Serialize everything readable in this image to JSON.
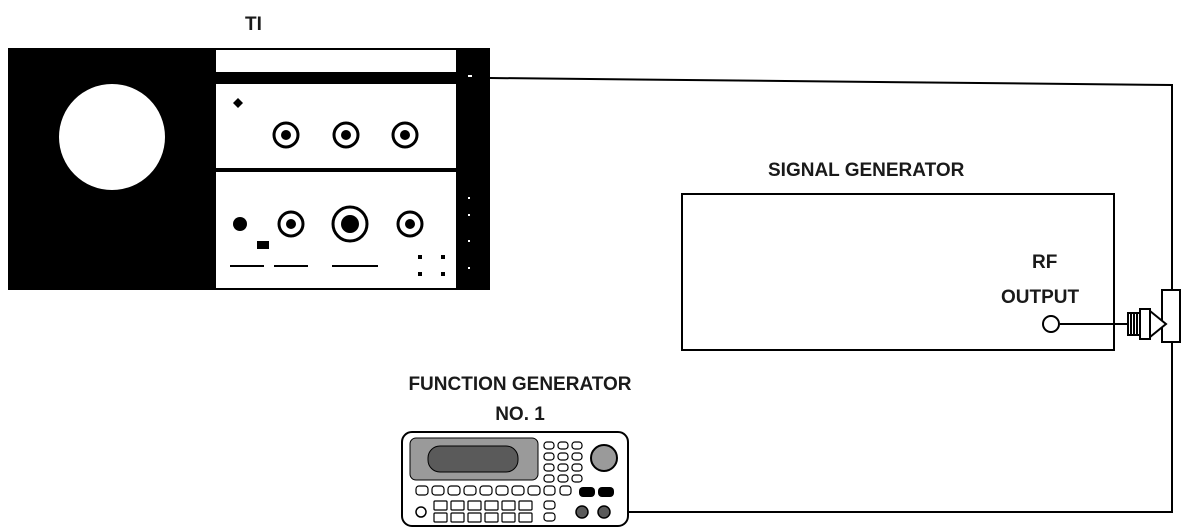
{
  "labels": {
    "ti": "TI",
    "signal_generator": "SIGNAL GENERATOR",
    "rf": "RF",
    "output": "OUTPUT",
    "function_generator": "FUNCTION GENERATOR",
    "function_generator_no": "NO. 1"
  },
  "colors": {
    "ink": "#000000",
    "paper": "#ffffff",
    "screen_gray": "#9a9a9a"
  }
}
